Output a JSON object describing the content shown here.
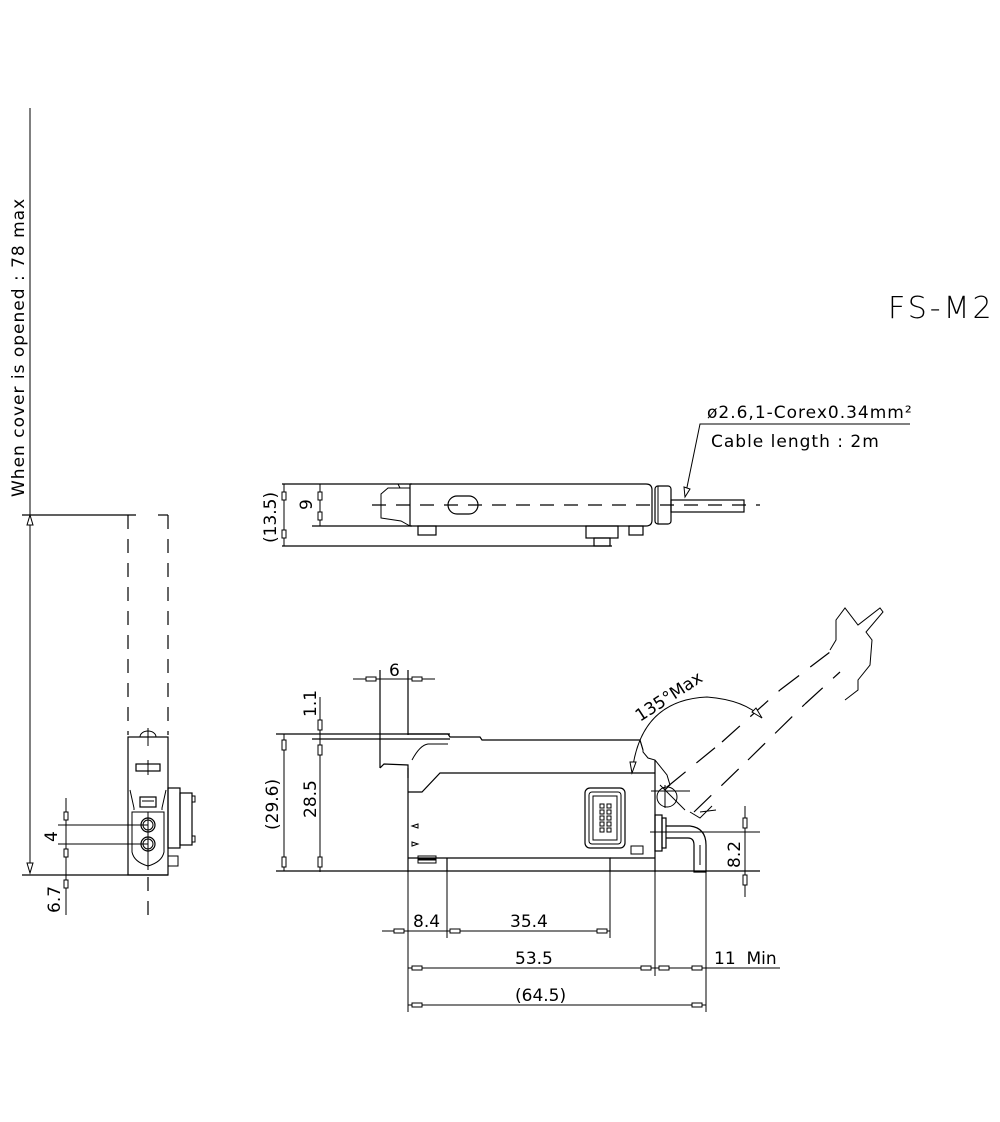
{
  "drawing": {
    "model_label": "FS-M2",
    "cable_spec": "ø2.6,1-Corex0.34mm²",
    "cable_length": "Cable length : 2m",
    "cover_note": "When cover is opened : 78 max",
    "angle_label": "135°Max"
  },
  "dimensions": {
    "top_view": {
      "overall_height": "(13.5)",
      "body_height": "9"
    },
    "side_view": {
      "cover_width": "6",
      "cover_thickness": "1.1",
      "overall_height": "(29.6)",
      "body_height": "28.5",
      "connector_height": "8.2",
      "front_offset": "8.4",
      "mount_width": "35.4",
      "body_length": "53.5",
      "cable_clearance": "11  Min",
      "overall_length": "(64.5)"
    },
    "end_view": {
      "hole_pitch": "4",
      "bottom_offset": "6.7"
    }
  },
  "colors": {
    "line": "#000000",
    "background": "#ffffff"
  }
}
